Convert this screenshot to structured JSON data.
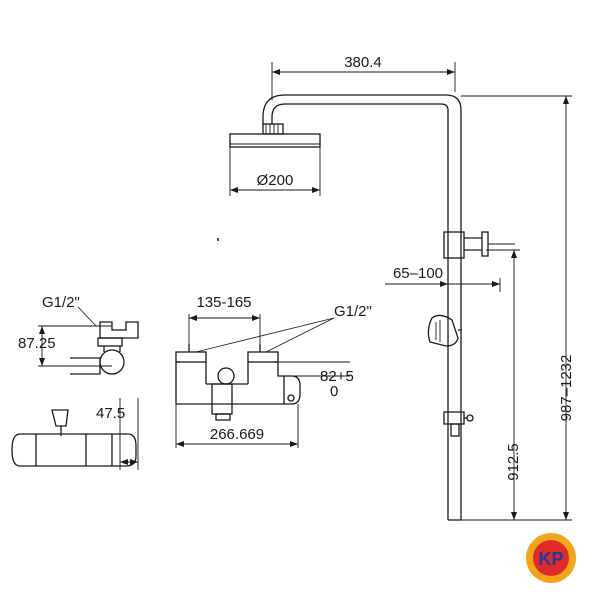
{
  "dimensions": {
    "arm_length": "380.4",
    "head_diameter": "Ø200",
    "hand_shower_offset": "65–100",
    "total_height": "987–1232",
    "mixer_height": "912.5",
    "valve_center_distance": "135-165",
    "thread_left": "G1/2\"",
    "thread_right": "G1/2\"",
    "side_height": "87.25",
    "side_depth": "47.5",
    "eccentric_adjust_top": "82+5",
    "eccentric_adjust_bottom": "0",
    "mixer_width": "266.669"
  },
  "logo": {
    "text": "KP",
    "colors": {
      "outer": "#f2a51a",
      "inner": "#e02a2a",
      "letters": "#1e3a9a"
    }
  }
}
